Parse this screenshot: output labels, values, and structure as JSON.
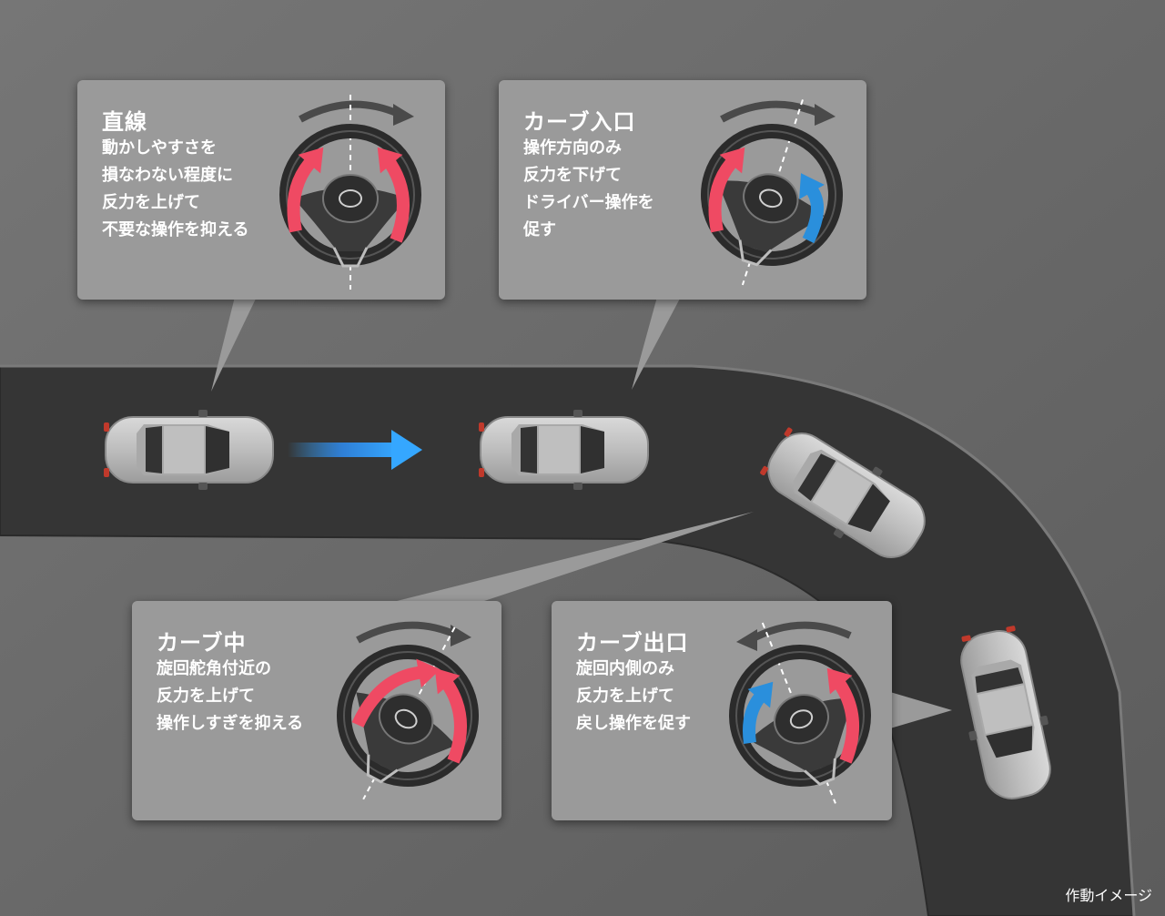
{
  "colors": {
    "background": "#6b6b6b",
    "road": "#3a3a3a",
    "panel": "#9a9a9a",
    "text": "#ffffff",
    "arrow_red": "#ef4a63",
    "arrow_blue": "#2a8fdc",
    "direction_arrow": "#35a7ff"
  },
  "panels": [
    {
      "id": "straight",
      "title": "直線",
      "lines": [
        "動かしやすさを",
        "損なわない程度に",
        "反力を上げて",
        "不要な操作を抑える"
      ],
      "wheel_rotation_direction": "clockwise",
      "arrows": [
        "red-left",
        "red-right"
      ]
    },
    {
      "id": "curve-entry",
      "title": "カーブ入口",
      "lines": [
        "操作方向のみ",
        "反力を下げて",
        "ドライバー操作を",
        "促す"
      ],
      "wheel_rotation_direction": "clockwise",
      "arrows": [
        "red-left",
        "blue-right"
      ]
    },
    {
      "id": "curve-mid",
      "title": "カーブ中",
      "lines": [
        "旋回舵角付近の",
        "反力を上げて",
        "操作しすぎを抑える"
      ],
      "wheel_rotation_direction": "clockwise",
      "arrows": [
        "red-top",
        "red-right"
      ]
    },
    {
      "id": "curve-exit",
      "title": "カーブ出口",
      "lines": [
        "旋回内側のみ",
        "反力を上げて",
        "戻し操作を促す"
      ],
      "wheel_rotation_direction": "counterclockwise",
      "arrows": [
        "blue-left",
        "red-right"
      ]
    }
  ],
  "caption": "作動イメージ"
}
